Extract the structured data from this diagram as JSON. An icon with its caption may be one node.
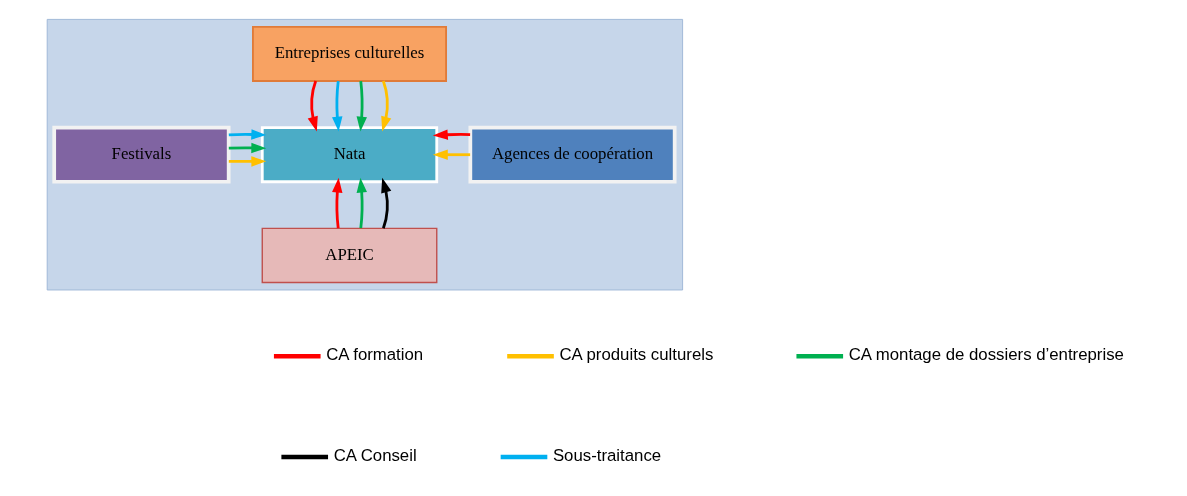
{
  "diagram": {
    "nodes": [
      {
        "text": [],
        "shape": "box"
      },
      {
        "text": [
          "Entreprises culturelles"
        ],
        "in": 0
      },
      {
        "text": [
          "Festivals"
        ],
        "in": 0
      },
      {
        "text": [
          "Nata"
        ],
        "in": 0
      },
      {
        "text": [
          "Agences de coopération"
        ],
        "in": 0
      },
      {
        "text": [
          "APEIC"
        ],
        "in": 0
      }
    ],
    "edges": [
      {
        "from": 1,
        "to": 3,
        "arrow": "to",
        "color": "#ff0000"
      },
      {
        "from": 1,
        "to": 3,
        "arrow": "to",
        "color": "#00b0f0"
      },
      {
        "from": 1,
        "to": 3,
        "arrow": "to",
        "color": "#00b050"
      },
      {
        "from": 1,
        "to": 3,
        "arrow": "to",
        "color": "#ffc000"
      },
      {
        "from": 2,
        "to": 3,
        "arrow": "to",
        "color": "#ffc000"
      },
      {
        "from": 2,
        "to": 3,
        "arrow": "to",
        "color": "#00b050"
      },
      {
        "from": 2,
        "to": 3,
        "arrow": "to",
        "color": "#00b0f0"
      },
      {
        "from": 4,
        "to": 3,
        "arrow": "to",
        "color": "#ffc000"
      },
      {
        "from": 4,
        "to": 3,
        "arrow": "to",
        "color": "#ff0000"
      },
      {
        "from": 5,
        "to": 3,
        "arrow": "to",
        "color": "#ff0000"
      },
      {
        "from": 5,
        "to": 3,
        "arrow": "to",
        "color": "#00b050"
      },
      {
        "from": 5,
        "to": 3,
        "arrow": "to",
        "color": "#000000"
      }
    ],
    "legend": [
      {
        "text": "CA formation",
        "color": "#ff0000"
      },
      {
        "text": "CA produits culturels",
        "color": "#ffc000"
      },
      {
        "text": "CA montage de dossiers d’entreprise",
        "color": "#00b050"
      },
      {
        "text": "CA Conseil",
        "color": "#000000"
      },
      {
        "text": "Sous-traitance",
        "color": "#00b0f0"
      }
    ]
  }
}
